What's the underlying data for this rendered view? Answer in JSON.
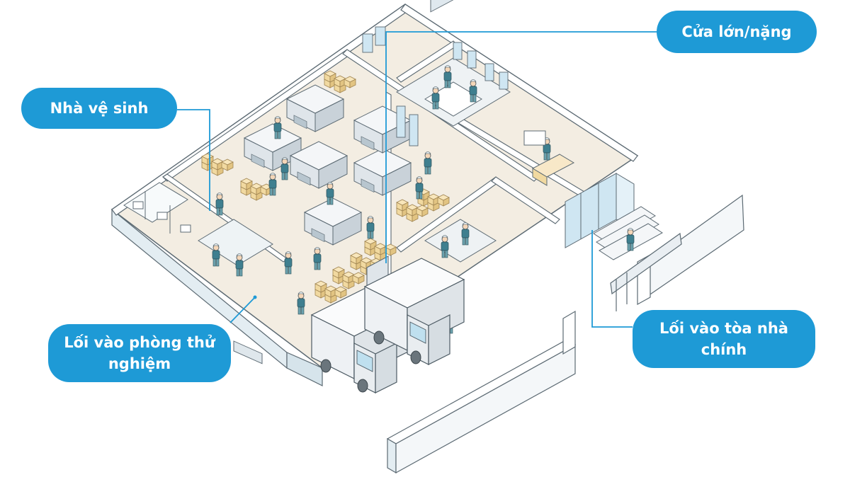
{
  "callouts": {
    "restroom": "Nhà vệ sinh",
    "heavy_door": "Cửa lớn/nặng",
    "lab_entrance": "Lối vào phòng thử nghiệm",
    "main_entrance": "Lối vào tòa nhà chính"
  },
  "colors": {
    "callout_fill": "#1e9ad6",
    "leader_line": "#1e9ad6",
    "floor": "#f3ede2",
    "wall_top": "#ffffff",
    "wall_side": "#e3edf2",
    "outline": "#5c6a73",
    "worker_uniform": "#3f7f8f",
    "box": "#f1d9a0",
    "glass": "#cfe6f2"
  },
  "icons": {
    "truck": "delivery-truck-icon",
    "worker": "person-icon",
    "crate": "cardboard-box-icon"
  }
}
